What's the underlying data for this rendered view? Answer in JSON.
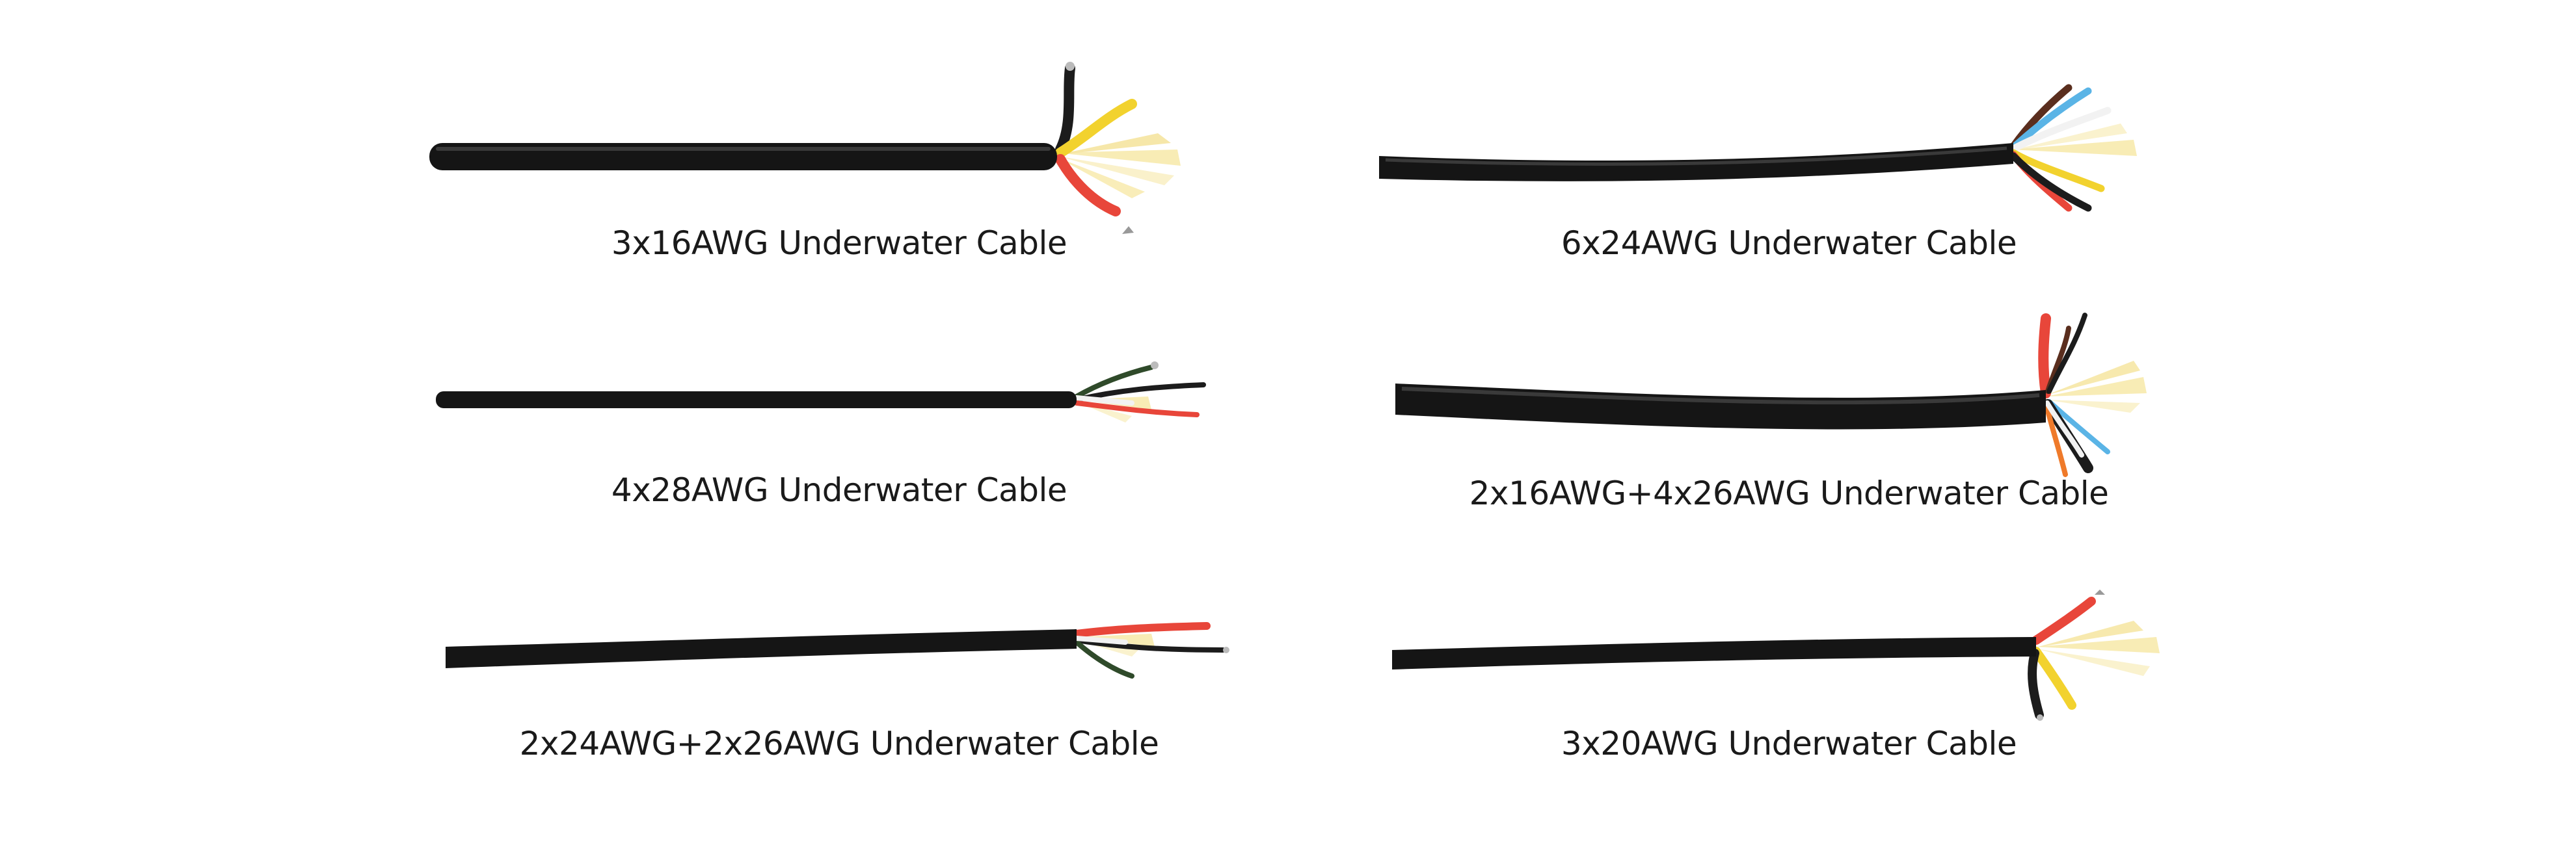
{
  "products": [
    {
      "label": "3x16AWG Underwater Cable"
    },
    {
      "label": "6x24AWG Underwater Cable"
    },
    {
      "label": "4x28AWG Underwater Cable"
    },
    {
      "label": "2x16AWG+4x26AWG Underwater Cable"
    },
    {
      "label": "2x24AWG+2x26AWG Underwater Cable"
    },
    {
      "label": "3x20AWG Underwater Cable"
    }
  ],
  "colors": {
    "jacket": "#151515",
    "kevlar": "#f7e9a8",
    "red": "#e8463a",
    "yellow": "#f2d22e",
    "blue": "#5ab4e6",
    "brown": "#5a2e1e",
    "white": "#f2f2f2",
    "black": "#1c1c1c",
    "orange": "#ef7a2a",
    "green": "#2f4a2a",
    "caption": "#1a1a1a",
    "background": "#ffffff"
  }
}
